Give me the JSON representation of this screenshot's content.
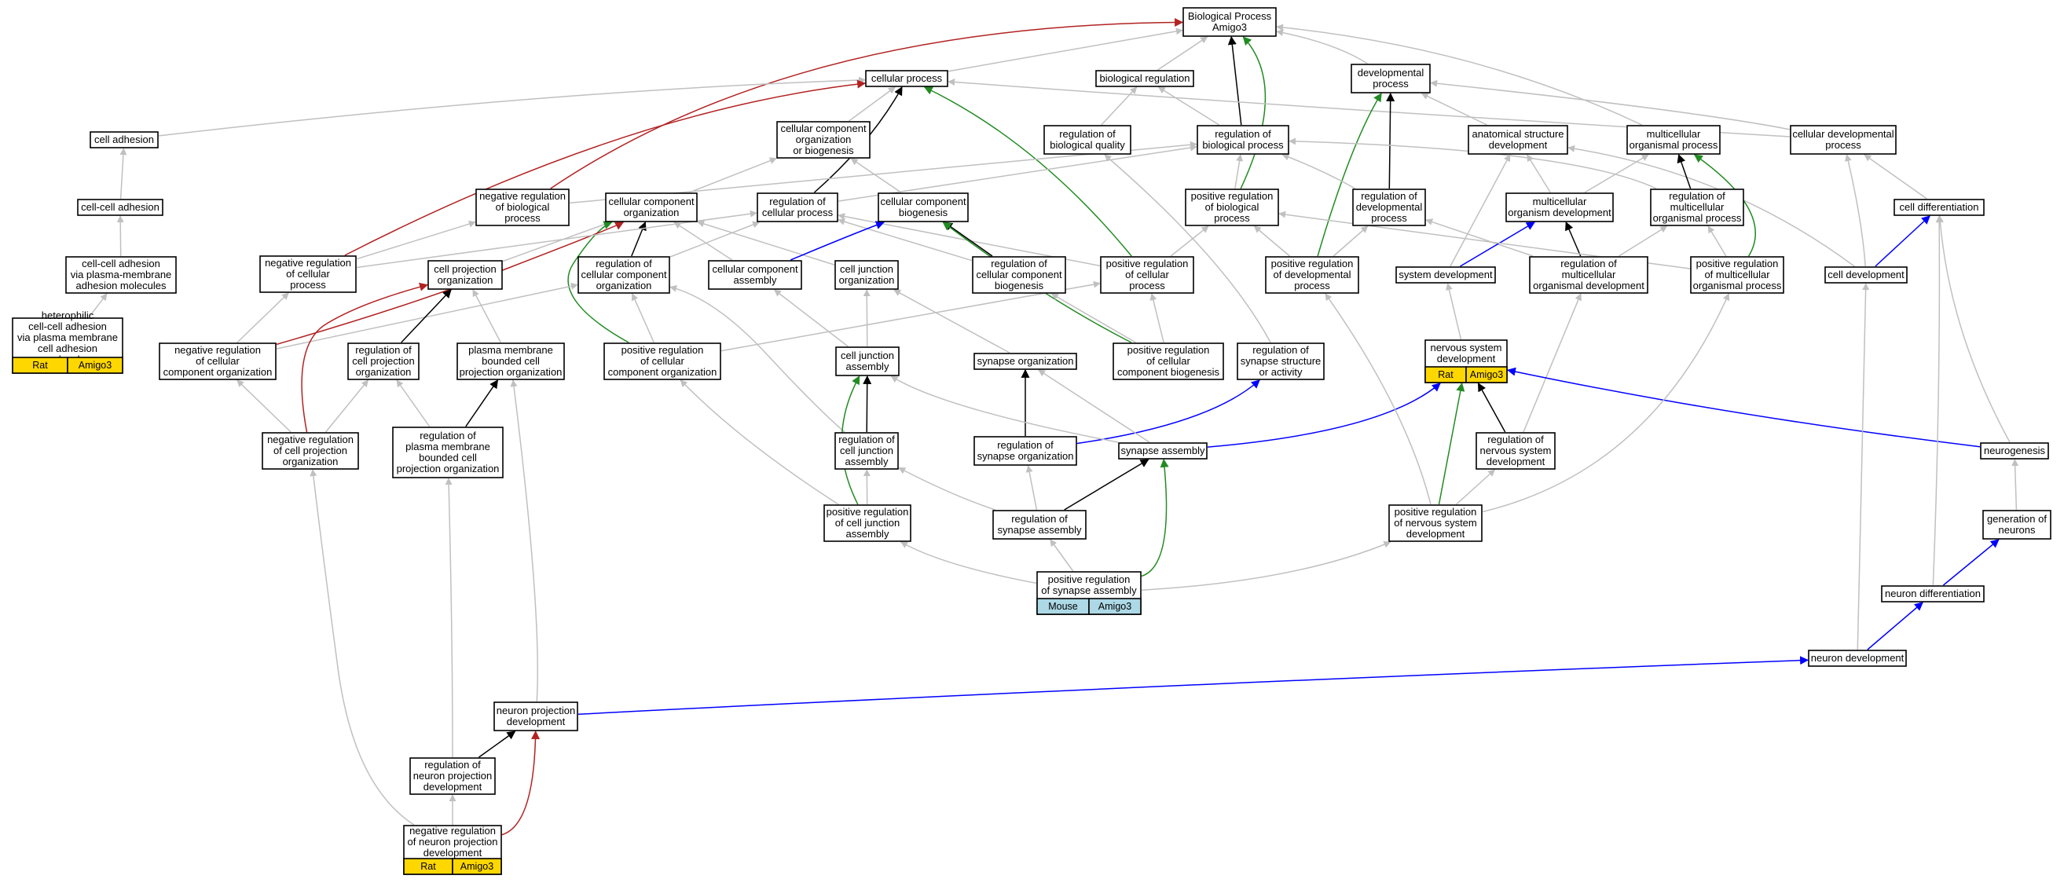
{
  "colors": {
    "is_a": "#c0c0c0",
    "part_of": "#000000",
    "regulates": "#0000ff",
    "positively_regulates": "#228b22",
    "negatively_regulates": "#b22222",
    "rat_annotation": "#ffd700",
    "mouse_annotation": "#add8e6"
  },
  "nodes": [
    {
      "id": "bp",
      "lines": [
        "Biological Process",
        "Amigo3"
      ]
    },
    {
      "id": "cp",
      "lines": [
        "cellular process"
      ]
    },
    {
      "id": "br",
      "lines": [
        "biological regulation"
      ]
    },
    {
      "id": "dp",
      "lines": [
        "developmental",
        "process"
      ]
    },
    {
      "id": "ca",
      "lines": [
        "cell adhesion"
      ]
    },
    {
      "id": "ccob",
      "lines": [
        "cellular component",
        "organization",
        "or biogenesis"
      ]
    },
    {
      "id": "rbq",
      "lines": [
        "regulation of",
        "biological quality"
      ]
    },
    {
      "id": "rbp",
      "lines": [
        "regulation of",
        "biological process"
      ]
    },
    {
      "id": "asd",
      "lines": [
        "anatomical structure",
        "development"
      ]
    },
    {
      "id": "mop",
      "lines": [
        "multicellular",
        "organismal process"
      ]
    },
    {
      "id": "cdp",
      "lines": [
        "cellular developmental",
        "process"
      ]
    },
    {
      "id": "cca",
      "lines": [
        "cell-cell adhesion"
      ]
    },
    {
      "id": "nrbp",
      "lines": [
        "negative regulation",
        "of biological",
        "process"
      ]
    },
    {
      "id": "cco",
      "lines": [
        "cellular component",
        "organization"
      ]
    },
    {
      "id": "rcp",
      "lines": [
        "regulation of",
        "cellular process"
      ]
    },
    {
      "id": "ccb",
      "lines": [
        "cellular component",
        "biogenesis"
      ]
    },
    {
      "id": "prbp",
      "lines": [
        "positive regulation",
        "of biological",
        "process"
      ]
    },
    {
      "id": "rdp",
      "lines": [
        "regulation of",
        "developmental",
        "process"
      ]
    },
    {
      "id": "mod",
      "lines": [
        "multicellular",
        "organism development"
      ]
    },
    {
      "id": "rmop",
      "lines": [
        "regulation of",
        "multicellular",
        "organismal process"
      ]
    },
    {
      "id": "cdiff",
      "lines": [
        "cell differentiation"
      ]
    },
    {
      "id": "ccapm",
      "lines": [
        "cell-cell adhesion",
        "via plasma-membrane",
        "adhesion molecules"
      ]
    },
    {
      "id": "nrcp",
      "lines": [
        "negative regulation",
        "of cellular",
        "process"
      ]
    },
    {
      "id": "cpo",
      "lines": [
        "cell projection",
        "organization"
      ]
    },
    {
      "id": "rcco",
      "lines": [
        "regulation of",
        "cellular component",
        "organization"
      ]
    },
    {
      "id": "cca2",
      "lines": [
        "cellular component",
        "assembly"
      ]
    },
    {
      "id": "cjo",
      "lines": [
        "cell junction",
        "organization"
      ]
    },
    {
      "id": "rccb",
      "lines": [
        "regulation of",
        "cellular component",
        "biogenesis"
      ]
    },
    {
      "id": "prcp",
      "lines": [
        "positive regulation",
        "of cellular",
        "process"
      ]
    },
    {
      "id": "prdp",
      "lines": [
        "positive regulation",
        "of developmental",
        "process"
      ]
    },
    {
      "id": "sd",
      "lines": [
        "system development"
      ]
    },
    {
      "id": "rmod",
      "lines": [
        "regulation of",
        "multicellular",
        "organismal development"
      ]
    },
    {
      "id": "prmop",
      "lines": [
        "positive regulation",
        "of multicellular",
        "organismal process"
      ]
    },
    {
      "id": "cdev",
      "lines": [
        "cell development"
      ]
    },
    {
      "id": "het",
      "lines": [
        "heterophilic",
        "cell-cell adhesion",
        "via plasma membrane",
        "cell adhesion",
        "molecules"
      ],
      "tags": [
        {
          "label": "Rat",
          "type": "rat"
        },
        {
          "label": "Amigo3",
          "type": "rat"
        }
      ]
    },
    {
      "id": "nrcco",
      "lines": [
        "negative regulation",
        "of cellular",
        "component organization"
      ]
    },
    {
      "id": "rcpo",
      "lines": [
        "regulation of",
        "cell projection",
        "organization"
      ]
    },
    {
      "id": "pmbcpo",
      "lines": [
        "plasma membrane",
        "bounded cell",
        "projection organization"
      ]
    },
    {
      "id": "prcco",
      "lines": [
        "positive regulation",
        "of cellular",
        "component organization"
      ]
    },
    {
      "id": "cja",
      "lines": [
        "cell junction",
        "assembly"
      ]
    },
    {
      "id": "so",
      "lines": [
        "synapse organization"
      ]
    },
    {
      "id": "prccb",
      "lines": [
        "positive regulation",
        "of cellular",
        "component biogenesis"
      ]
    },
    {
      "id": "rssa",
      "lines": [
        "regulation of",
        "synapse structure",
        "or activity"
      ]
    },
    {
      "id": "nsd",
      "lines": [
        "nervous system",
        "development"
      ],
      "tags": [
        {
          "label": "Rat",
          "type": "rat"
        },
        {
          "label": "Amigo3",
          "type": "rat"
        }
      ]
    },
    {
      "id": "nrcpo",
      "lines": [
        "negative regulation",
        "of cell projection",
        "organization"
      ]
    },
    {
      "id": "rpmbcpo",
      "lines": [
        "regulation of",
        "plasma membrane",
        "bounded cell",
        "projection organization"
      ]
    },
    {
      "id": "rcja",
      "lines": [
        "regulation of",
        "cell junction",
        "assembly"
      ]
    },
    {
      "id": "rso",
      "lines": [
        "regulation of",
        "synapse organization"
      ]
    },
    {
      "id": "sa",
      "lines": [
        "synapse assembly"
      ]
    },
    {
      "id": "rnsd",
      "lines": [
        "regulation of",
        "nervous system",
        "development"
      ]
    },
    {
      "id": "ng",
      "lines": [
        "neurogenesis"
      ]
    },
    {
      "id": "prcja",
      "lines": [
        "positive regulation",
        "of cell junction",
        "assembly"
      ]
    },
    {
      "id": "rsa",
      "lines": [
        "regulation of",
        "synapse assembly"
      ]
    },
    {
      "id": "prnsd",
      "lines": [
        "positive regulation",
        "of nervous system",
        "development"
      ]
    },
    {
      "id": "gn",
      "lines": [
        "generation of",
        "neurons"
      ]
    },
    {
      "id": "prsa",
      "lines": [
        "positive regulation",
        "of synapse assembly"
      ],
      "tags": [
        {
          "label": "Mouse",
          "type": "mouse"
        },
        {
          "label": "Amigo3",
          "type": "mouse"
        }
      ]
    },
    {
      "id": "nd",
      "lines": [
        "neuron differentiation"
      ]
    },
    {
      "id": "ndev",
      "lines": [
        "neuron development"
      ]
    },
    {
      "id": "npd",
      "lines": [
        "neuron projection",
        "development"
      ]
    },
    {
      "id": "rnpd",
      "lines": [
        "regulation of",
        "neuron projection",
        "development"
      ]
    },
    {
      "id": "nrnpd",
      "lines": [
        "negative regulation",
        "of neuron projection",
        "development"
      ],
      "tags": [
        {
          "label": "Rat",
          "type": "rat"
        },
        {
          "label": "Amigo3",
          "type": "rat"
        }
      ]
    }
  ],
  "edges": [
    {
      "from": "cp",
      "to": "bp",
      "type": "is_a"
    },
    {
      "from": "br",
      "to": "bp",
      "type": "is_a"
    },
    {
      "from": "dp",
      "to": "bp",
      "type": "is_a"
    },
    {
      "from": "mop",
      "to": "bp",
      "type": "is_a"
    },
    {
      "from": "rbp",
      "to": "bp",
      "type": "part_of"
    },
    {
      "from": "prbp",
      "to": "bp",
      "type": "positively_regulates"
    },
    {
      "from": "nrbp",
      "to": "bp",
      "type": "negatively_regulates"
    },
    {
      "from": "ca",
      "to": "cp",
      "type": "is_a"
    },
    {
      "from": "ccob",
      "to": "cp",
      "type": "is_a"
    },
    {
      "from": "rcp",
      "to": "cp",
      "type": "part_of"
    },
    {
      "from": "prcp",
      "to": "cp",
      "type": "positively_regulates"
    },
    {
      "from": "nrcp",
      "to": "cp",
      "type": "negatively_regulates"
    },
    {
      "from": "cdp",
      "to": "cp",
      "type": "is_a"
    },
    {
      "from": "rbq",
      "to": "br",
      "type": "is_a"
    },
    {
      "from": "rbp",
      "to": "br",
      "type": "is_a"
    },
    {
      "from": "asd",
      "to": "dp",
      "type": "is_a"
    },
    {
      "from": "cdp",
      "to": "dp",
      "type": "is_a"
    },
    {
      "from": "rdp",
      "to": "dp",
      "type": "part_of"
    },
    {
      "from": "prdp",
      "to": "dp",
      "type": "positively_regulates"
    },
    {
      "from": "cco",
      "to": "ccob",
      "type": "is_a"
    },
    {
      "from": "ccb",
      "to": "ccob",
      "type": "is_a"
    },
    {
      "from": "nrbp",
      "to": "rbp",
      "type": "is_a"
    },
    {
      "from": "rcp",
      "to": "rbp",
      "type": "is_a"
    },
    {
      "from": "prbp",
      "to": "rbp",
      "type": "is_a"
    },
    {
      "from": "rdp",
      "to": "rbp",
      "type": "is_a"
    },
    {
      "from": "rmop",
      "to": "rbp",
      "type": "is_a"
    },
    {
      "from": "mod",
      "to": "asd",
      "type": "is_a"
    },
    {
      "from": "sd",
      "to": "asd",
      "type": "is_a"
    },
    {
      "from": "cdev",
      "to": "asd",
      "type": "is_a"
    },
    {
      "from": "mod",
      "to": "mop",
      "type": "is_a"
    },
    {
      "from": "rmop",
      "to": "mop",
      "type": "part_of"
    },
    {
      "from": "prmop",
      "to": "mop",
      "type": "positively_regulates"
    },
    {
      "from": "cdiff",
      "to": "cdp",
      "type": "is_a"
    },
    {
      "from": "cdev",
      "to": "cdp",
      "type": "is_a"
    },
    {
      "from": "cca",
      "to": "ca",
      "type": "is_a"
    },
    {
      "from": "ccapm",
      "to": "cca",
      "type": "is_a"
    },
    {
      "from": "het",
      "to": "ccapm",
      "type": "is_a"
    },
    {
      "from": "nrcp",
      "to": "nrbp",
      "type": "is_a"
    },
    {
      "from": "cpo",
      "to": "cco",
      "type": "is_a"
    },
    {
      "from": "cca2",
      "to": "cco",
      "type": "is_a"
    },
    {
      "from": "cjo",
      "to": "cco",
      "type": "is_a"
    },
    {
      "from": "rcco",
      "to": "cco",
      "type": "part_of"
    },
    {
      "from": "prcco",
      "to": "cco",
      "type": "positively_regulates"
    },
    {
      "from": "nrcco",
      "to": "cco",
      "type": "negatively_regulates"
    },
    {
      "from": "nrcp",
      "to": "rcp",
      "type": "is_a"
    },
    {
      "from": "rcco",
      "to": "rcp",
      "type": "is_a"
    },
    {
      "from": "rccb",
      "to": "rcp",
      "type": "is_a"
    },
    {
      "from": "prcp",
      "to": "rcp",
      "type": "is_a"
    },
    {
      "from": "cca2",
      "to": "ccb",
      "type": "regulates"
    },
    {
      "from": "rccb",
      "to": "ccb",
      "type": "part_of"
    },
    {
      "from": "prccb",
      "to": "ccb",
      "type": "positively_regulates"
    },
    {
      "from": "prcp",
      "to": "prbp",
      "type": "is_a"
    },
    {
      "from": "prdp",
      "to": "prbp",
      "type": "is_a"
    },
    {
      "from": "prdp",
      "to": "rdp",
      "type": "is_a"
    },
    {
      "from": "rmod",
      "to": "rdp",
      "type": "is_a"
    },
    {
      "from": "sd",
      "to": "mod",
      "type": "regulates"
    },
    {
      "from": "rmod",
      "to": "mod",
      "type": "part_of"
    },
    {
      "from": "rmod",
      "to": "rmop",
      "type": "is_a"
    },
    {
      "from": "prmop",
      "to": "rmop",
      "type": "is_a"
    },
    {
      "from": "prmop",
      "to": "prbp",
      "type": "is_a"
    },
    {
      "from": "cdev",
      "to": "cdiff",
      "type": "regulates"
    },
    {
      "from": "nrcco",
      "to": "nrcp",
      "type": "is_a"
    },
    {
      "from": "nrcco",
      "to": "rcco",
      "type": "is_a"
    },
    {
      "from": "rcpo",
      "to": "cpo",
      "type": "part_of"
    },
    {
      "from": "pmbcpo",
      "to": "cpo",
      "type": "is_a"
    },
    {
      "from": "nrcpo",
      "to": "cpo",
      "type": "negatively_regulates"
    },
    {
      "from": "prcco",
      "to": "rcco",
      "type": "is_a"
    },
    {
      "from": "prcco",
      "to": "prcp",
      "type": "is_a"
    },
    {
      "from": "cja",
      "to": "cjo",
      "type": "is_a"
    },
    {
      "from": "cja",
      "to": "cca2",
      "type": "is_a"
    },
    {
      "from": "rcja",
      "to": "rcco",
      "type": "is_a"
    },
    {
      "from": "so",
      "to": "cjo",
      "type": "is_a"
    },
    {
      "from": "prccb",
      "to": "rccb",
      "type": "is_a"
    },
    {
      "from": "prccb",
      "to": "prcp",
      "type": "is_a"
    },
    {
      "from": "rssa",
      "to": "rbq",
      "type": "is_a"
    },
    {
      "from": "nsd",
      "to": "sd",
      "type": "is_a"
    },
    {
      "from": "nrcpo",
      "to": "rcpo",
      "type": "is_a"
    },
    {
      "from": "nrcpo",
      "to": "nrcco",
      "type": "is_a"
    },
    {
      "from": "rpmbcpo",
      "to": "pmbcpo",
      "type": "part_of"
    },
    {
      "from": "rpmbcpo",
      "to": "rcpo",
      "type": "is_a"
    },
    {
      "from": "rcja",
      "to": "cja",
      "type": "part_of"
    },
    {
      "from": "rso",
      "to": "so",
      "type": "part_of"
    },
    {
      "from": "rso",
      "to": "rssa",
      "type": "regulates"
    },
    {
      "from": "sa",
      "to": "so",
      "type": "is_a"
    },
    {
      "from": "sa",
      "to": "cja",
      "type": "is_a"
    },
    {
      "from": "sa",
      "to": "nsd",
      "type": "regulates"
    },
    {
      "from": "rnsd",
      "to": "nsd",
      "type": "part_of"
    },
    {
      "from": "rnsd",
      "to": "rmod",
      "type": "is_a"
    },
    {
      "from": "ng",
      "to": "nsd",
      "type": "regulates"
    },
    {
      "from": "ng",
      "to": "cdiff",
      "type": "is_a"
    },
    {
      "from": "prcja",
      "to": "cja",
      "type": "positively_regulates"
    },
    {
      "from": "prcja",
      "to": "rcja",
      "type": "is_a"
    },
    {
      "from": "prcja",
      "to": "prcco",
      "type": "is_a"
    },
    {
      "from": "rsa",
      "to": "sa",
      "type": "part_of"
    },
    {
      "from": "rsa",
      "to": "rso",
      "type": "is_a"
    },
    {
      "from": "rsa",
      "to": "rcja",
      "type": "is_a"
    },
    {
      "from": "prnsd",
      "to": "nsd",
      "type": "positively_regulates"
    },
    {
      "from": "prnsd",
      "to": "rnsd",
      "type": "is_a"
    },
    {
      "from": "prnsd",
      "to": "prdp",
      "type": "is_a"
    },
    {
      "from": "prnsd",
      "to": "prmop",
      "type": "is_a"
    },
    {
      "from": "gn",
      "to": "ng",
      "type": "is_a"
    },
    {
      "from": "prsa",
      "to": "sa",
      "type": "positively_regulates"
    },
    {
      "from": "prsa",
      "to": "rsa",
      "type": "is_a"
    },
    {
      "from": "prsa",
      "to": "prcja",
      "type": "is_a"
    },
    {
      "from": "prsa",
      "to": "prnsd",
      "type": "is_a"
    },
    {
      "from": "nd",
      "to": "gn",
      "type": "regulates"
    },
    {
      "from": "nd",
      "to": "cdiff",
      "type": "is_a"
    },
    {
      "from": "ndev",
      "to": "nd",
      "type": "regulates"
    },
    {
      "from": "ndev",
      "to": "cdev",
      "type": "is_a"
    },
    {
      "from": "npd",
      "to": "ndev",
      "type": "regulates"
    },
    {
      "from": "npd",
      "to": "pmbcpo",
      "type": "is_a"
    },
    {
      "from": "rnpd",
      "to": "npd",
      "type": "part_of"
    },
    {
      "from": "rnpd",
      "to": "rpmbcpo",
      "type": "is_a"
    },
    {
      "from": "nrnpd",
      "to": "npd",
      "type": "negatively_regulates"
    },
    {
      "from": "nrnpd",
      "to": "rnpd",
      "type": "is_a"
    },
    {
      "from": "nrnpd",
      "to": "nrcpo",
      "type": "is_a"
    }
  ]
}
